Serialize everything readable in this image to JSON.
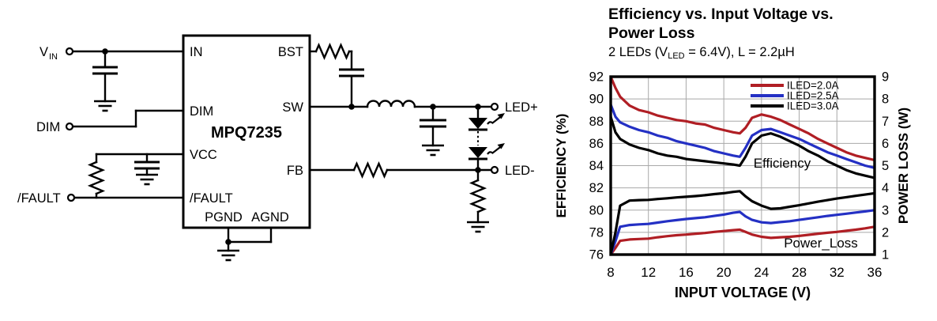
{
  "schematic": {
    "part_number": "MPQ7235",
    "pins": {
      "in": "IN",
      "dim": "DIM",
      "vcc": "VCC",
      "fault": "/FAULT",
      "pgnd": "PGND",
      "agnd": "AGND",
      "bst": "BST",
      "sw": "SW",
      "fb": "FB"
    },
    "terminals": {
      "vin_main": "V",
      "vin_sub": "IN",
      "dim": "DIM",
      "fault": "/FAULT",
      "led_plus": "LED+",
      "led_minus": "LED-"
    }
  },
  "chart": {
    "title_lines": [
      "Efficiency vs. Input Voltage vs.",
      "Power Loss"
    ],
    "subtitle_pre": "2 LEDs (V",
    "subtitle_sub": "LED",
    "subtitle_post": " = 6.4V), L = 2.2µH"
  },
  "chart_data": {
    "type": "line",
    "title": "Efficiency vs. Input Voltage vs. Power Loss",
    "subtitle": "2 LEDs (VLED = 6.4V), L = 2.2µH",
    "xlabel": "INPUT VOLTAGE (V)",
    "ylabel_left": "EFFICIENCY (%)",
    "ylabel_right": "POWER LOSS (W)",
    "xlim": [
      8,
      36
    ],
    "xticks": [
      8,
      12,
      16,
      20,
      24,
      28,
      32,
      36
    ],
    "ylim_left": [
      76,
      92
    ],
    "yticks_left": [
      92,
      90,
      88,
      86,
      84,
      82,
      80,
      78,
      76
    ],
    "ylim_right": [
      1,
      9
    ],
    "yticks_right": [
      9,
      8,
      7,
      6,
      5,
      4,
      3,
      2,
      1
    ],
    "grid": true,
    "legend_position": "top-right-inside",
    "legend": [
      {
        "label": "ILED=2.0A",
        "color": "#b01e24"
      },
      {
        "label": "ILED=2.5A",
        "color": "#2430c4"
      },
      {
        "label": "ILED=3.0A",
        "color": "#000000"
      }
    ],
    "annotations": [
      "Efficiency",
      "Power_Loss"
    ],
    "series": [
      {
        "name": "Efficiency ILED=2.0A",
        "axis": "left",
        "color": "#b01e24",
        "x": [
          8,
          8.5,
          9,
          10,
          11,
          12,
          13,
          14,
          15,
          16,
          17,
          18,
          19,
          20,
          21,
          21.7,
          22.3,
          23,
          24,
          25,
          26,
          27,
          28,
          29,
          30,
          31,
          32,
          33,
          34,
          35,
          36
        ],
        "y": [
          92,
          91,
          90.2,
          89.4,
          89,
          88.8,
          88.5,
          88.3,
          88.1,
          88,
          87.8,
          87.7,
          87.4,
          87.2,
          87,
          86.9,
          87.4,
          88.3,
          88.6,
          88.4,
          88.1,
          87.7,
          87.3,
          86.9,
          86.4,
          86,
          85.6,
          85.2,
          84.9,
          84.7,
          84.5
        ]
      },
      {
        "name": "Efficiency ILED=2.5A",
        "axis": "left",
        "color": "#2430c4",
        "x": [
          8,
          8.5,
          9,
          10,
          11,
          12,
          13,
          14,
          15,
          16,
          17,
          18,
          19,
          20,
          21,
          21.7,
          22.3,
          23,
          24,
          25,
          26,
          27,
          28,
          29,
          30,
          31,
          32,
          33,
          34,
          35,
          36
        ],
        "y": [
          89.5,
          88.4,
          87.9,
          87.5,
          87.2,
          87,
          86.7,
          86.5,
          86.2,
          86,
          85.8,
          85.6,
          85.3,
          85.1,
          84.9,
          84.8,
          85.6,
          86.7,
          87.2,
          87.3,
          87,
          86.7,
          86.4,
          86,
          85.6,
          85.2,
          84.9,
          84.6,
          84.3,
          84,
          83.8
        ]
      },
      {
        "name": "Efficiency ILED=3.0A",
        "axis": "left",
        "color": "#000000",
        "x": [
          8,
          8.5,
          9,
          10,
          11,
          12,
          13,
          14,
          15,
          16,
          17,
          18,
          19,
          20,
          21,
          21.7,
          22.3,
          23,
          24,
          25,
          26,
          27,
          28,
          29,
          30,
          31,
          32,
          33,
          34,
          35,
          36
        ],
        "y": [
          88.4,
          87,
          86.4,
          85.9,
          85.6,
          85.4,
          85.1,
          84.9,
          84.8,
          84.6,
          84.5,
          84.4,
          84.3,
          84.2,
          84.1,
          84,
          84.8,
          86,
          86.7,
          86.9,
          86.6,
          86.2,
          85.8,
          85.3,
          84.9,
          84.4,
          84,
          83.6,
          83.3,
          83.1,
          82.9
        ]
      },
      {
        "name": "Power Loss ILED=2.0A",
        "axis": "right",
        "color": "#b01e24",
        "x": [
          8,
          8.5,
          9,
          10,
          11,
          12,
          13,
          14,
          15,
          16,
          17,
          18,
          19,
          20,
          21,
          21.7,
          22.3,
          23,
          24,
          25,
          26,
          27,
          28,
          29,
          30,
          31,
          32,
          33,
          34,
          35,
          36
        ],
        "y": [
          1,
          1.3,
          1.62,
          1.68,
          1.7,
          1.72,
          1.78,
          1.83,
          1.87,
          1.9,
          1.94,
          1.97,
          2.02,
          2.06,
          2.1,
          2.12,
          2.02,
          1.9,
          1.8,
          1.75,
          1.78,
          1.8,
          1.84,
          1.89,
          1.94,
          1.98,
          2.02,
          2.07,
          2.12,
          2.18,
          2.25
        ]
      },
      {
        "name": "Power Loss ILED=2.5A",
        "axis": "right",
        "color": "#2430c4",
        "x": [
          8,
          8.5,
          9,
          10,
          11,
          12,
          13,
          14,
          15,
          16,
          17,
          18,
          19,
          20,
          21,
          21.7,
          22.3,
          23,
          24,
          25,
          26,
          27,
          28,
          29,
          30,
          31,
          32,
          33,
          34,
          35,
          36
        ],
        "y": [
          1,
          1.6,
          2.25,
          2.33,
          2.36,
          2.38,
          2.44,
          2.5,
          2.55,
          2.6,
          2.64,
          2.68,
          2.74,
          2.8,
          2.88,
          2.92,
          2.72,
          2.56,
          2.45,
          2.42,
          2.46,
          2.5,
          2.56,
          2.62,
          2.68,
          2.74,
          2.79,
          2.84,
          2.89,
          2.94,
          3
        ]
      },
      {
        "name": "Power Loss ILED=3.0A",
        "axis": "right",
        "color": "#000000",
        "x": [
          8,
          8.5,
          9,
          10,
          11,
          12,
          13,
          14,
          15,
          16,
          17,
          18,
          19,
          20,
          21,
          21.7,
          22.3,
          23,
          24,
          25,
          26,
          27,
          28,
          29,
          30,
          31,
          32,
          33,
          34,
          35,
          36
        ],
        "y": [
          1,
          2,
          3.2,
          3.43,
          3.45,
          3.46,
          3.5,
          3.53,
          3.57,
          3.6,
          3.63,
          3.67,
          3.72,
          3.76,
          3.82,
          3.85,
          3.62,
          3.4,
          3.2,
          3.06,
          3.08,
          3.15,
          3.22,
          3.3,
          3.38,
          3.45,
          3.52,
          3.58,
          3.64,
          3.7,
          3.76
        ]
      }
    ]
  }
}
